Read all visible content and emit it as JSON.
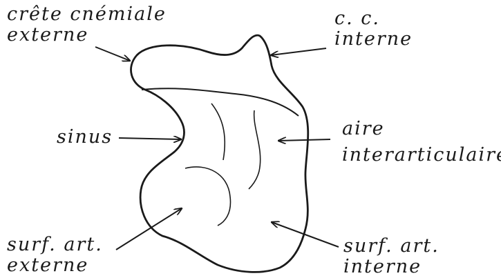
{
  "labels": {
    "crete_externe": {
      "line1": "crête cnémiale",
      "line2": "externe"
    },
    "cc_interne": {
      "line1": "c. c.",
      "line2": "interne"
    },
    "sinus": "sinus",
    "aire": {
      "line1": "aire",
      "line2": "interarticulaire"
    },
    "surf_externe": {
      "line1": "surf. art.",
      "line2": "externe"
    },
    "surf_interne": {
      "line1": "surf. art.",
      "line2": "interne"
    }
  },
  "colors": {
    "ink": "#1a1a1a",
    "background": "#ffffff"
  }
}
